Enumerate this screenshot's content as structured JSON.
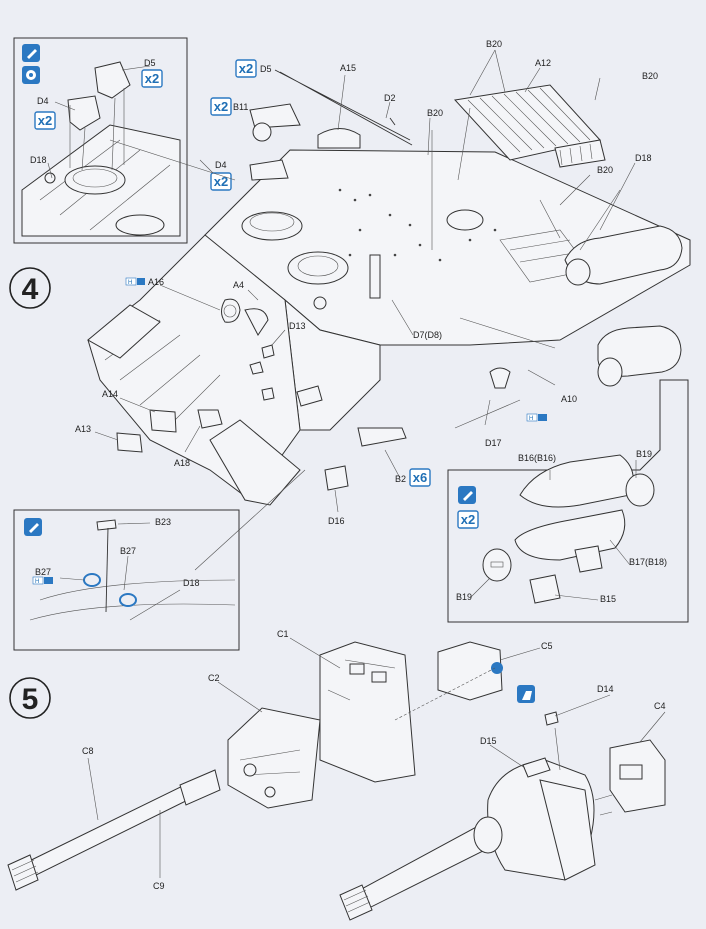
{
  "steps": {
    "four": "4",
    "five": "5"
  },
  "badges": {
    "x2": "x2",
    "x6": "x6"
  },
  "hbadges": {
    "a16": "H",
    "b27": "H",
    "d17": "H"
  },
  "labels": {
    "d5_top": "D5",
    "d4_inset": "D4",
    "d18_inset": "D18",
    "d5_main": "D5",
    "b11": "B11",
    "d4_main": "D4",
    "a15": "A15",
    "d2": "D2",
    "b20_top": "B20",
    "a12": "A12",
    "b20_right": "B20",
    "b20_mid": "B20",
    "b20_low": "B20",
    "d18_main": "D18",
    "a16": "A16",
    "a4": "A4",
    "d13": "D13",
    "d7": "D7(D8)",
    "a14": "A14",
    "a13": "A13",
    "a18": "A18",
    "a10": "A10",
    "d17": "D17",
    "b2": "B2",
    "d16": "D16",
    "b16": "B16(B16)",
    "b19_top": "B19",
    "b17": "B17(B18)",
    "b19_bottom": "B19",
    "b15": "B15",
    "b23": "B23",
    "b27_main": "B27",
    "b27_inset": "B27",
    "d18_inset2": "D18",
    "c1": "C1",
    "c5": "C5",
    "c2": "C2",
    "d14": "D14",
    "c4": "C4",
    "d15": "D15",
    "c8": "C8",
    "c9": "C9"
  },
  "colors": {
    "accent": "#2b78c2",
    "paper": "#eceef4",
    "ink": "#333333"
  },
  "icons": [
    "glue-icon",
    "drill-icon",
    "paint-icon",
    "quantity-badge"
  ]
}
